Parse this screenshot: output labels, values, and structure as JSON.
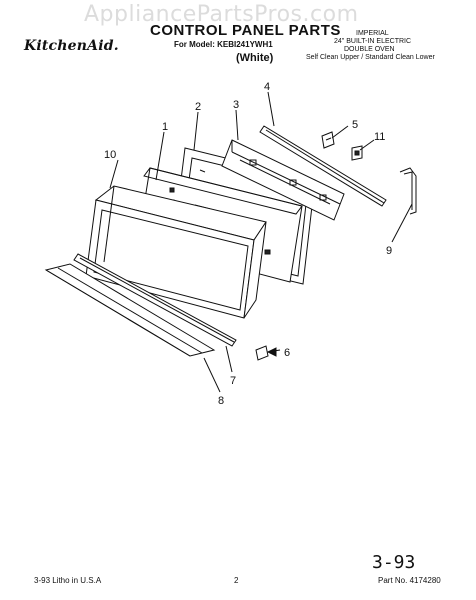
{
  "watermark": "AppliancePartsPros.com",
  "brand": "KitchenAid.",
  "title": "CONTROL PANEL PARTS",
  "model": "For Model: KEBI241YWH1",
  "color_label": "(White)",
  "spec": {
    "line1": "IMPERIAL",
    "line2": "24\" BUILT-IN ELECTRIC",
    "line3": "DOUBLE OVEN",
    "line4": "Self Clean Upper / Standard Clean Lower"
  },
  "callouts": [
    "1",
    "2",
    "3",
    "4",
    "5",
    "11",
    "10",
    "9",
    "6",
    "7",
    "8"
  ],
  "footer": {
    "left": "3-93 Litho in U.S.A",
    "page": "2",
    "part": "Part No. 4174280"
  },
  "handwritten_date": "3-93"
}
